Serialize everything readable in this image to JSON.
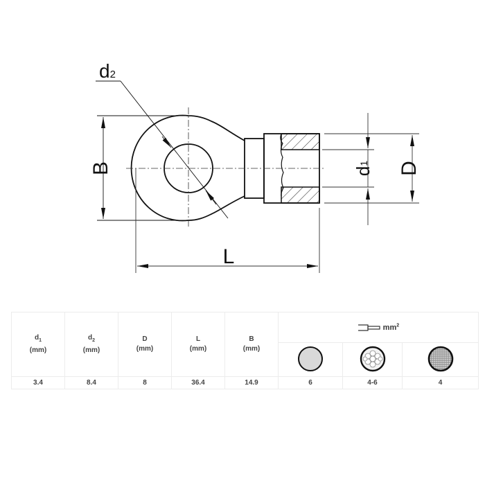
{
  "drawing": {
    "title": "Ring terminal dimension drawing",
    "labels": {
      "d2": {
        "main": "d",
        "sub": "2"
      },
      "B": "B",
      "L": "L",
      "d1": {
        "main": "d",
        "sub": "1"
      },
      "D": "D"
    },
    "line_color": "#111111"
  },
  "table": {
    "columns": [
      {
        "symbol": "d",
        "sub": "1",
        "unit": "(mm)",
        "value": "3.4"
      },
      {
        "symbol": "d",
        "sub": "2",
        "unit": "(mm)",
        "value": "8.4"
      },
      {
        "symbol": "D",
        "sub": "",
        "unit": "(mm)",
        "value": "8"
      },
      {
        "symbol": "L",
        "sub": "",
        "unit": "(mm)",
        "value": "36.4"
      },
      {
        "symbol": "B",
        "sub": "",
        "unit": "(mm)",
        "value": "14.9"
      }
    ],
    "wire_section": {
      "header_icon": "wire-cross-section-icon",
      "header_unit": "mm",
      "header_unit_sup": "2",
      "types": [
        {
          "icon": "solid-wire-icon",
          "value": "6"
        },
        {
          "icon": "stranded-wire-icon",
          "value": "4-6"
        },
        {
          "icon": "fine-stranded-wire-icon",
          "value": "4"
        }
      ]
    },
    "border_color": "#ececec",
    "text_color": "#444444"
  }
}
